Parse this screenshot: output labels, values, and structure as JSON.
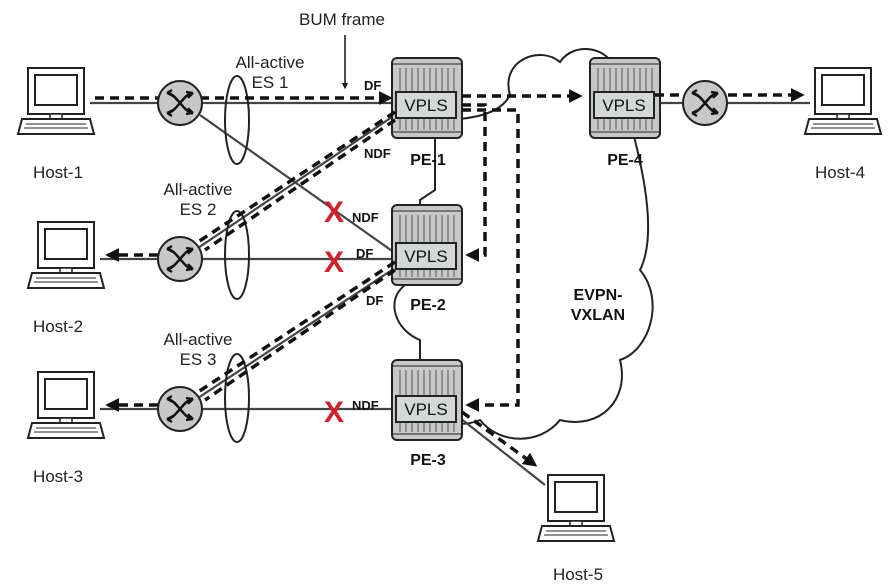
{
  "title": "BUM frame",
  "cloud_label": [
    "EVPN-",
    "VXLAN"
  ],
  "hosts": [
    {
      "id": "host1",
      "label": "Host-1"
    },
    {
      "id": "host2",
      "label": "Host-2"
    },
    {
      "id": "host3",
      "label": "Host-3"
    },
    {
      "id": "host4",
      "label": "Host-4"
    },
    {
      "id": "host5",
      "label": "Host-5"
    }
  ],
  "ethernet_segments": [
    {
      "id": "es1",
      "line1": "All-active",
      "line2": "ES 1"
    },
    {
      "id": "es2",
      "line1": "All-active",
      "line2": "ES 2"
    },
    {
      "id": "es3",
      "line1": "All-active",
      "line2": "ES 3"
    }
  ],
  "pe_routers": [
    {
      "id": "pe1",
      "label": "PE-1",
      "service": "VPLS"
    },
    {
      "id": "pe2",
      "label": "PE-2",
      "service": "VPLS"
    },
    {
      "id": "pe3",
      "label": "PE-3",
      "service": "VPLS"
    },
    {
      "id": "pe4",
      "label": "PE-4",
      "service": "VPLS"
    }
  ],
  "roles": {
    "pe1_es1": "DF",
    "pe1_es2": "NDF",
    "pe2_es1": "NDF",
    "pe2_es2": "DF",
    "pe2_es3": "DF",
    "pe3_es3": "NDF"
  },
  "blocked_marker": "X",
  "colors": {
    "blocked": "#d0202a",
    "device": "#c8c8c8",
    "vpls_box": "#d4d8d4",
    "line": "#444444"
  },
  "icons": {
    "host": "computer-icon",
    "switch": "switch-icon",
    "router": "router-icon",
    "cloud": "cloud-icon"
  }
}
